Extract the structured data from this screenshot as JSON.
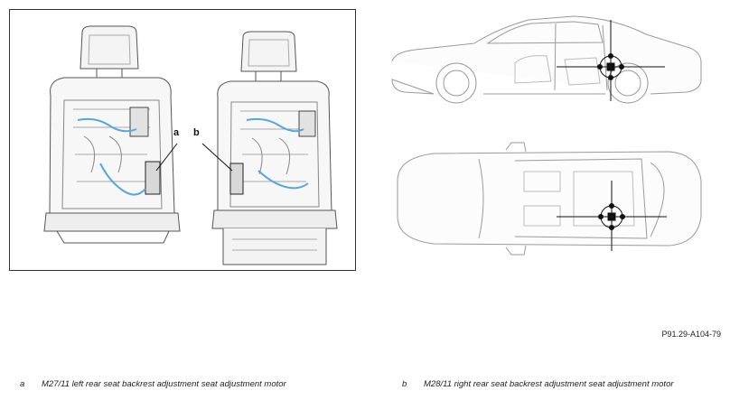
{
  "diagram": {
    "callouts": [
      {
        "letter": "a"
      },
      {
        "letter": "b"
      }
    ],
    "reference_code": "P91.29-A104-79",
    "legend": [
      {
        "key": "a",
        "text": "M27/11 left rear seat backrest adjustment seat adjustment motor"
      },
      {
        "key": "b",
        "text": "M28/11 right rear seat backrest adjustment seat adjustment motor"
      }
    ],
    "colors": {
      "outline": "#555555",
      "light_outline": "#9a9a9a",
      "highlight_blue": "#5aa6d6",
      "marker": "#111111"
    }
  }
}
